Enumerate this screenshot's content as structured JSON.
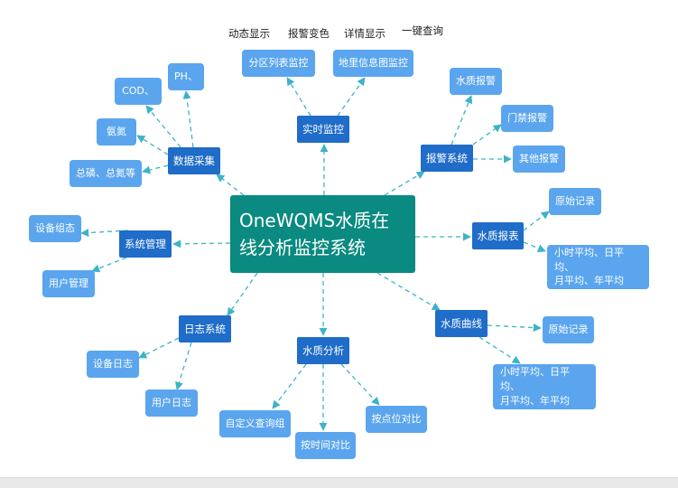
{
  "captions": [
    "动态显示",
    "报警变色",
    "详情显示",
    "一键查询"
  ],
  "colors": {
    "root": "#0a8a80",
    "main": "#1f6cc9",
    "leaf": "#5aa5ee",
    "connector": "#3cb3c8"
  },
  "root": {
    "line1": "OneWQMS水质在",
    "line2": "线分析监控系统"
  },
  "main": {
    "realtime": "实时监控",
    "data": "数据采集",
    "alarm": "报警系统",
    "system": "系统管理",
    "report": "水质报表",
    "log": "日志系统",
    "analysis": "水质分析",
    "curve": "水质曲线"
  },
  "leaves": {
    "zone": "分区列表监控",
    "geo": "地里信息图监控",
    "ph": "PH、",
    "cod": "COD、",
    "nh": "氨氮",
    "tp": "总磷、总氮等",
    "wqa": "水质报警",
    "door": "门禁报警",
    "other": "其他报警",
    "dev_cfg": "设备组态",
    "user_mgmt": "用户管理",
    "orig1": "原始记录",
    "avg1_l1": "小时平均、日平均、",
    "avg1_l2": "月平均、年平均",
    "dev_log": "设备日志",
    "user_log": "用户日志",
    "custom": "自定义查询组",
    "time_cmp": "按时间对比",
    "point_cmp": "按点位对比",
    "orig2": "原始记录",
    "avg2_l1": "小时平均、日平均、",
    "avg2_l2": "月平均、年平均"
  }
}
